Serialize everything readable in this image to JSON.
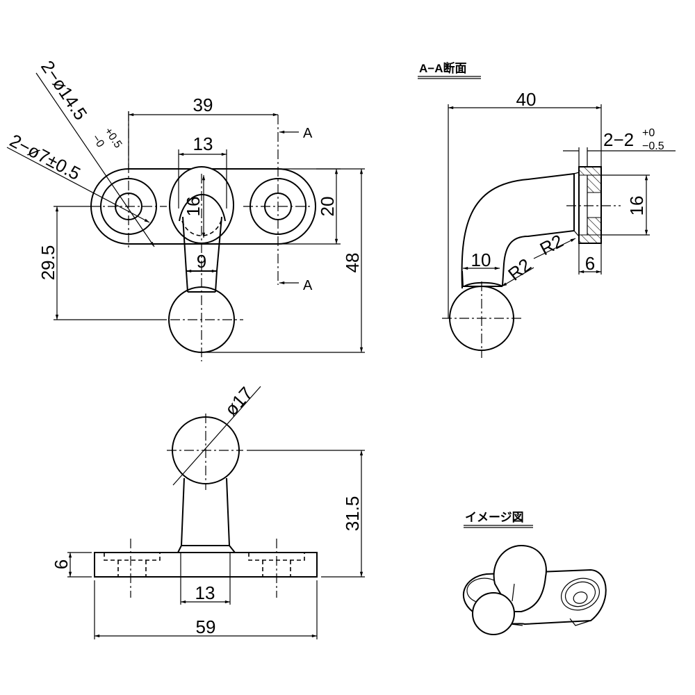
{
  "top_view": {
    "dim_pitch": "39",
    "dim_stem_width": "13",
    "dim_oval_height": "16",
    "dim_neck": "9",
    "dim_plate_height": "20",
    "dim_total_height": "48",
    "dim_ball_offset": "29.5",
    "callout_outer": "2−ø14.5",
    "callout_outer_tol_plus": "+0.5",
    "callout_outer_tol_minus": "−0",
    "callout_inner": "2−ø7±0.5",
    "section_mark_top": "A",
    "section_mark_bottom": "A"
  },
  "section_view": {
    "title": "A−A断面",
    "dim_length": "40",
    "dim_counterbore": "2−2",
    "dim_counterbore_tol_plus": "+0",
    "dim_counterbore_tol_minus": "−0.5",
    "dim_bore": "16",
    "dim_thickness": "6",
    "dim_neck": "10",
    "radius_1": "R2",
    "radius_2": "R2"
  },
  "front_view": {
    "dim_ball_dia": "ø17",
    "dim_height": "31.5",
    "dim_plate_thickness": "6",
    "dim_stem_width": "13",
    "dim_total_width": "59"
  },
  "image_view": {
    "title": "イメージ図"
  }
}
